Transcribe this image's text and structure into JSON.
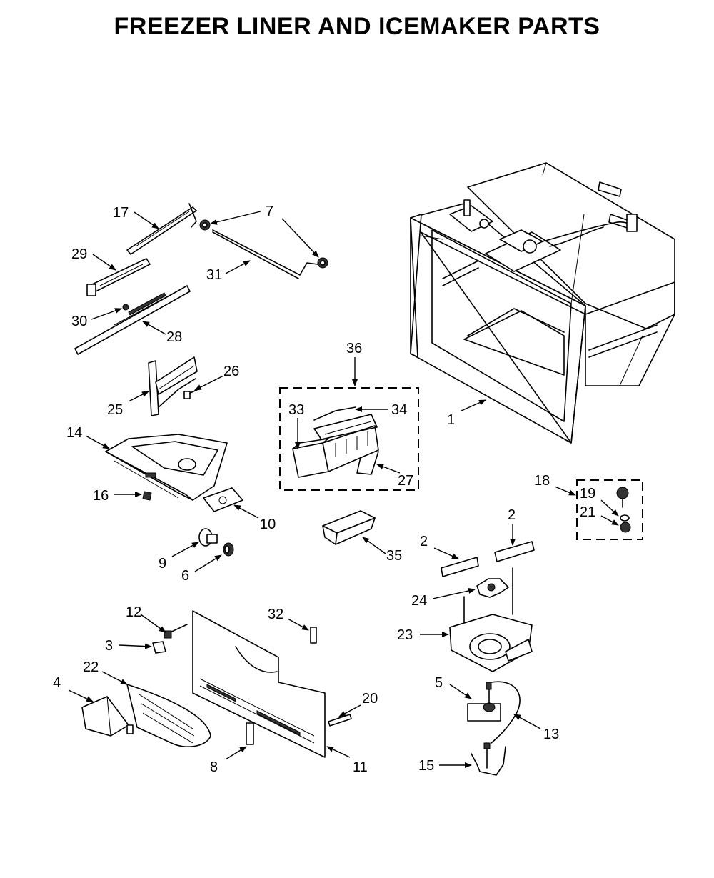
{
  "title": "FREEZER LINER AND ICEMAKER PARTS",
  "callouts": {
    "c1": "1",
    "c2a": "2",
    "c2b": "2",
    "c3": "3",
    "c4": "4",
    "c5": "5",
    "c6": "6",
    "c7": "7",
    "c8": "8",
    "c9": "9",
    "c10": "10",
    "c11": "11",
    "c12": "12",
    "c13": "13",
    "c14": "14",
    "c15": "15",
    "c16": "16",
    "c17": "17",
    "c18": "18",
    "c19": "19",
    "c20": "20",
    "c21": "21",
    "c22": "22",
    "c23": "23",
    "c24": "24",
    "c25": "25",
    "c26": "26",
    "c27": "27",
    "c28": "28",
    "c29": "29",
    "c30": "30",
    "c31": "31",
    "c32": "32",
    "c33": "33",
    "c34": "34",
    "c35": "35",
    "c36": "36"
  }
}
